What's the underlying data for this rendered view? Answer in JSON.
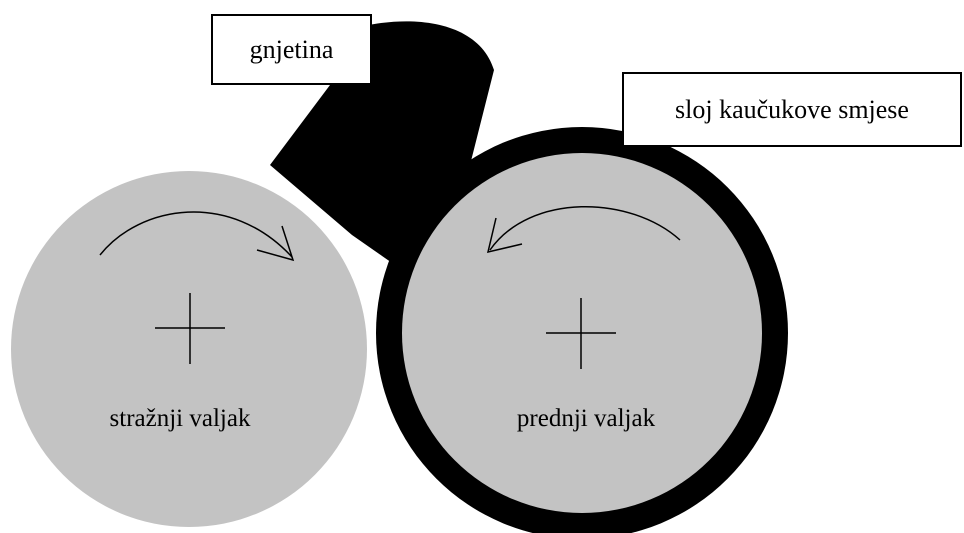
{
  "diagram": {
    "labels": {
      "dough_mass": "gnjetina",
      "rubber_layer": "sloj kaučukove smjese",
      "back_roller": "stražnji valjak",
      "front_roller": "prednji valjak"
    },
    "colors": {
      "roller_fill": "#c3c3c3",
      "rubber": "#000000",
      "background": "#ffffff",
      "line": "#000000"
    },
    "rotation": {
      "back_roller": "clockwise",
      "front_roller": "counterclockwise"
    }
  }
}
